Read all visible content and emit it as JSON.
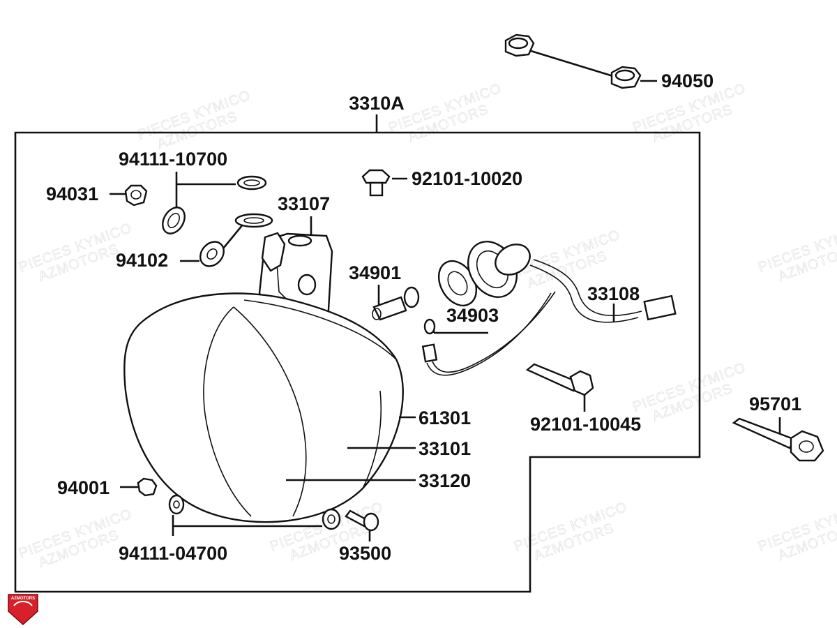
{
  "labels": {
    "assembly": "3310A",
    "nut_top": "94050",
    "washer_pair": "94111-10700",
    "nut_small": "94031",
    "washer_flat": "94102",
    "bracket": "33107",
    "bolt_top": "92101-10020",
    "bulb_main": "34901",
    "bulb_small": "34903",
    "harness": "33108",
    "lens_rim": "61301",
    "housing": "33101",
    "lens": "33120",
    "bolt_side": "92101-10045",
    "bolt_outer": "95701",
    "nut_bottom": "94001",
    "washer_bottom": "94111-04700",
    "screw_bottom": "93500"
  },
  "watermark": {
    "line1": "PIECES KYMICO",
    "line2": "AZMOTORS"
  },
  "logo_text": "AZMOTORS",
  "colors": {
    "line": "#111111",
    "logo": "#d8202a",
    "watermark": "#e4e4e4"
  }
}
